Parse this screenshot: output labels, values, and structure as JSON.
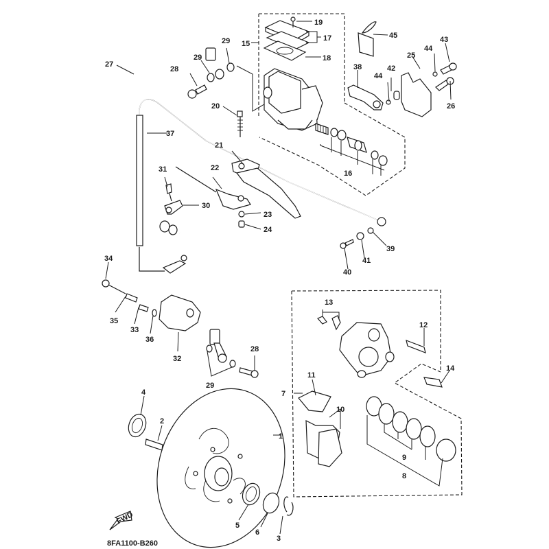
{
  "diagram": {
    "title": "Front Brake & Master Cylinder Exploded View",
    "reference_code": "8FA1100-B260",
    "fwd_label": "FWD",
    "groups": {
      "master_cylinder_kit": "15",
      "caliper_assembly": "7"
    },
    "labels": {
      "p1": "1",
      "p2": "2",
      "p3": "3",
      "p4": "4",
      "p5": "5",
      "p6": "6",
      "p7": "7",
      "p8": "8",
      "p9": "9",
      "p10": "10",
      "p11": "11",
      "p12": "12",
      "p13": "13",
      "p14": "14",
      "p15": "15",
      "p16": "16",
      "p17": "17",
      "p18": "18",
      "p19": "19",
      "p20": "20",
      "p21": "21",
      "p22": "22",
      "p23": "23",
      "p24": "24",
      "p25": "25",
      "p26": "26",
      "p27": "27",
      "p28a": "28",
      "p28b": "28",
      "p29a": "29",
      "p29b": "29",
      "p29c": "29",
      "p30": "30",
      "p31": "31",
      "p32": "32",
      "p33": "33",
      "p34": "34",
      "p35": "35",
      "p36": "36",
      "p37": "37",
      "p38": "38",
      "p39": "39",
      "p40": "40",
      "p41": "41",
      "p42": "42",
      "p43": "43",
      "p44a": "44",
      "p44b": "44",
      "p45": "45"
    }
  }
}
